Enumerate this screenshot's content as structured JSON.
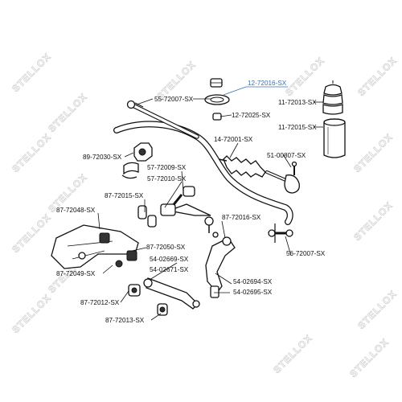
{
  "watermark": "STELLOX",
  "highlight_color": "#3a6fb7",
  "labels": {
    "p12_72016": "12-72016-SX",
    "p55_72007": "55-72007-SX",
    "p11_72013": "11-72013-SX",
    "p12_72025": "12-72025-SX",
    "p11_72015": "11-72015-SX",
    "p14_72001": "14-72001-SX",
    "p51_00807": "51-00807-SX",
    "p89_72030": "89-72030-SX",
    "p57_72009": "57-72009-SX",
    "p57_72010": "57-72010-SX",
    "p87_72015": "87-72015-SX",
    "p87_72048": "87-72048-SX",
    "p87_72016": "87-72016-SX",
    "p87_72050": "87-72050-SX",
    "p54_02669": "54-02669-SX",
    "p54_02671": "54-02671-SX",
    "p87_72049": "87-72049-SX",
    "p56_72007": "56-72007-SX",
    "p54_02694": "54-02694-SX",
    "p54_02695": "54-02695-SX",
    "p87_72012": "87-72012-SX",
    "p87_72013": "87-72013-SX"
  }
}
